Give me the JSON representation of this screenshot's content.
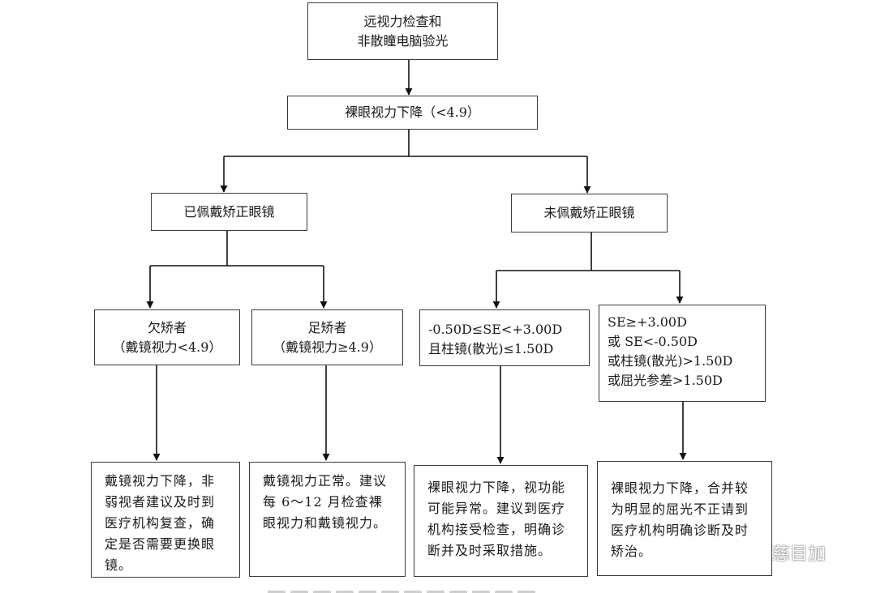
{
  "boxes": {
    "root": [
      "远视力检查和",
      "非散瞳电脑验光"
    ],
    "drop": [
      "裸眼视力下降（<4.9）"
    ],
    "with_glasses": [
      "已佩戴矫正眼镜"
    ],
    "without_glasses": [
      "未佩戴矫正眼镜"
    ],
    "under_corrected": [
      "欠矫者",
      "（戴镜视力<4.9）"
    ],
    "fully_corrected": [
      "足矫者",
      "（戴镜视力≥4.9）"
    ],
    "mild_refraction": [
      "-0.50D≤SE<+3.00D",
      "且柱镜(散光)≤1.50D"
    ],
    "significant_refraction": [
      "SE≥+3.00D",
      "或 SE<-0.50D",
      "或柱镜(散光)>1.50D",
      "或屈光参差>1.50D"
    ]
  },
  "advice": {
    "under_corrected": "戴镜视力下降，非弱视者建议及时到医疗机构复查，确定是否需要更换眼镜。",
    "fully_corrected": "戴镜视力正常。建议每 6～12 月检查裸眼视力和戴镜视力。",
    "mild_refraction": "裸眼视力下降，视功能可能异常。建议到医疗机构接受检查，明确诊断并及时采取措施。",
    "significant_refraction": "裸眼视力下降，合并较为明显的屈光不正请到医疗机构明确诊断及时矫治。"
  },
  "watermark": {
    "icon": "wechat-bubble-icon",
    "text": "慈目加"
  },
  "colors": {
    "border": "#3a3a3a",
    "arrow": "#111111",
    "watermark_text": "#ffffff"
  }
}
